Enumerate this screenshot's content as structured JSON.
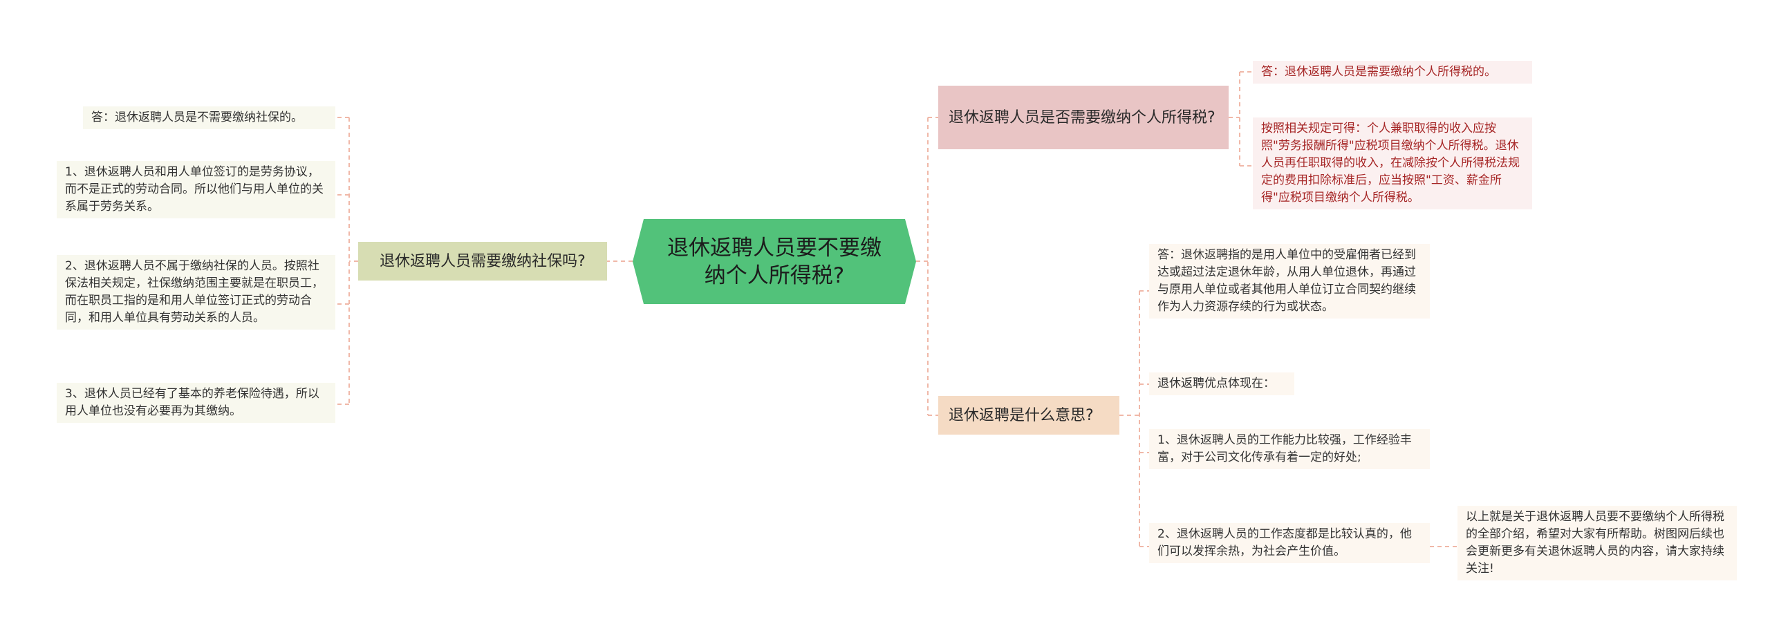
{
  "root": {
    "title": "退休返聘人员要不要缴纳个人所得税?"
  },
  "left_branch": {
    "title": "退休返聘人员需要缴纳社保吗?",
    "items": [
      "答：退休返聘人员是不需要缴纳社保的。",
      "1、退休返聘人员和用人单位签订的是劳务协议，而不是正式的劳动合同。所以他们与用人单位的关系属于劳务关系。",
      "2、退休返聘人员不属于缴纳社保的人员。按照社保法相关规定，社保缴纳范围主要就是在职员工，而在职员工指的是和用人单位签订正式的劳动合同，和用人单位具有劳动关系的人员。",
      "3、退休人员已经有了基本的养老保险待遇，所以用人单位也没有必要再为其缴纳。"
    ]
  },
  "right_branch_1": {
    "title": "退休返聘人员是否需要缴纳个人所得税?",
    "items": [
      "答：退休返聘人员是需要缴纳个人所得税的。",
      "按照相关规定可得：个人兼职取得的收入应按照\"劳务报酬所得\"应税项目缴纳个人所得税。退休人员再任职取得的收入，在减除按个人所得税法规定的费用扣除标准后，应当按照\"工资、薪金所得\"应税项目缴纳个人所得税。"
    ]
  },
  "right_branch_2": {
    "title": "退休返聘是什么意思?",
    "items": [
      "答：退休返聘指的是用人单位中的受雇佣者已经到达或超过法定退休年龄，从用人单位退休，再通过与原用人单位或者其他用人单位订立合同契约继续作为人力资源存续的行为或状态。",
      "退休返聘优点体现在：",
      "1、退休返聘人员的工作能力比较强，工作经验丰富，对于公司文化传承有着一定的好处;",
      "2、退休返聘人员的工作态度都是比较认真的，他们可以发挥余热，为社会产生价值。"
    ],
    "sub_item": "以上就是关于退休返聘人员要不要缴纳个人所得税的全部介绍，希望对大家有所帮助。树图网后续也会更新更多有关退休返聘人员的内容，请大家持续关注!"
  },
  "colors": {
    "root": "#52c27a",
    "left_branch": "#d7ddb3",
    "right_branch_1": "#e9c5c5",
    "right_branch_2": "#f5dbc4",
    "connector": "#f0b8a8"
  }
}
